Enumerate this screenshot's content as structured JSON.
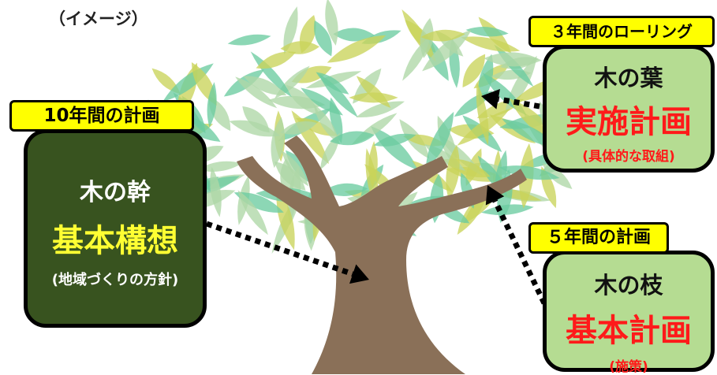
{
  "caption": "（イメージ）",
  "tree": {
    "leaf_colors": [
      "#c9d45a",
      "#6ccca0",
      "#aed7a6"
    ],
    "trunk_color": "#8a7058"
  },
  "panels": {
    "trunk": {
      "tag": "10年間の計画",
      "part": "木の幹",
      "plan": "基本構想",
      "note": "(地域づくりの方針)",
      "plan_color": "#ffff33"
    },
    "branch": {
      "tag": "５年間の計画",
      "part": "木の枝",
      "plan": "基本計画",
      "note": "(施策)",
      "plan_color": "#ff1a1a"
    },
    "leaf": {
      "tag": "３年間のローリング",
      "part": "木の葉",
      "plan": "実施計画",
      "note": "(具体的な取組)",
      "plan_color": "#ff1a1a"
    }
  }
}
